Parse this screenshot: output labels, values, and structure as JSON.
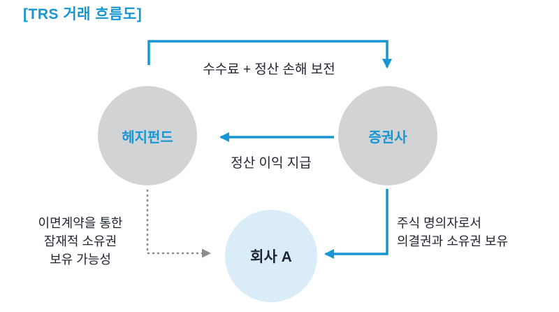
{
  "title": "[TRS 거래 흐름도]",
  "colors": {
    "accent_blue": "#1697d4",
    "node_gray": "#d2d3d5",
    "node_light_blue": "#d9ecf8",
    "label_dark": "#1f2430",
    "dotted_gray": "#8c8c8c"
  },
  "nodes": {
    "hedge_fund": {
      "label": "헤지펀드"
    },
    "securities_firm": {
      "label": "증권사"
    },
    "company_a": {
      "label": "회사 A"
    }
  },
  "flows": {
    "fee": {
      "label": "수수료 + 정산 손해 보전"
    },
    "settlement_profit": {
      "label": "정산 이익 지급"
    },
    "stock_nominee": {
      "line1": "주식 명의자로서",
      "line2": "의결권과 소유권 보유"
    },
    "side_contract": {
      "line1": "이면계약을 통한",
      "line2": "잠재적 소유권",
      "line3": "보유 가능성"
    }
  }
}
